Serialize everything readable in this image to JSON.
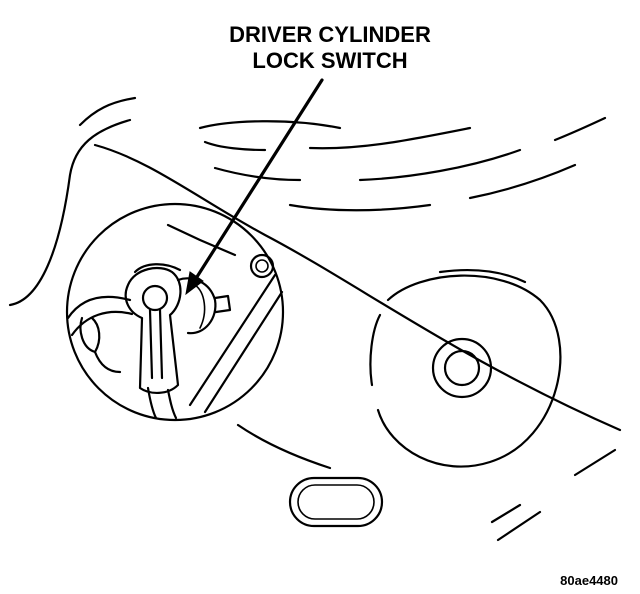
{
  "callout": {
    "line1": "DRIVER CYLINDER",
    "line2": "LOCK SWITCH"
  },
  "figure_id": "80ae4480"
}
